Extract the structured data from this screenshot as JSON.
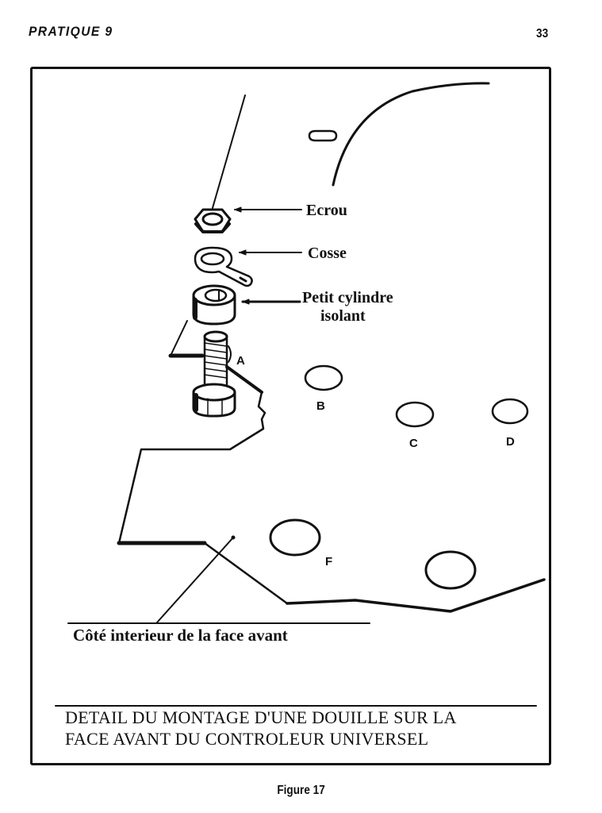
{
  "header": {
    "section_title": "PRATIQUE 9",
    "page_number": "33"
  },
  "diagram": {
    "parts": [
      {
        "id": "nut",
        "label": "Ecrou"
      },
      {
        "id": "lug",
        "label": "Cosse"
      },
      {
        "id": "insulator",
        "label_line1": "Petit cylindre",
        "label_line2": "isolant"
      }
    ],
    "holes": [
      "A",
      "B",
      "C",
      "D",
      "F"
    ],
    "panel_label": "Côté interieur de la face avant"
  },
  "caption": {
    "line1": "DETAIL DU MONTAGE D'UNE DOUILLE SUR LA",
    "line2": "FACE AVANT DU CONTROLEUR UNIVERSEL"
  },
  "figure": {
    "label": "Figure 17"
  }
}
